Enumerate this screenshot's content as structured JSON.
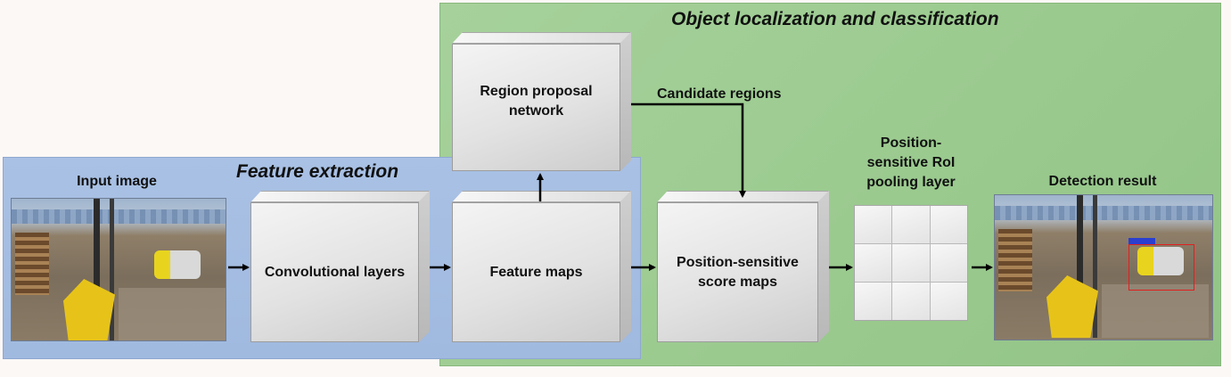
{
  "panels": {
    "object_title": "Object localization and classification",
    "feature_title": "Feature extraction"
  },
  "nodes": {
    "input_image": "Input image",
    "conv_layers": "Convolutional layers",
    "feature_maps": "Feature maps",
    "rpn": "Region proposal network",
    "candidate_regions": "Candidate regions",
    "ps_score_maps": "Position-sensitive score maps",
    "ps_roi_pool": "Position-sensitive RoI pooling layer",
    "detection_result": "Detection result"
  },
  "colors": {
    "feature_panel": "#a9c1e4",
    "object_panel": "#9ccb90",
    "detection_box": "#e02020"
  }
}
